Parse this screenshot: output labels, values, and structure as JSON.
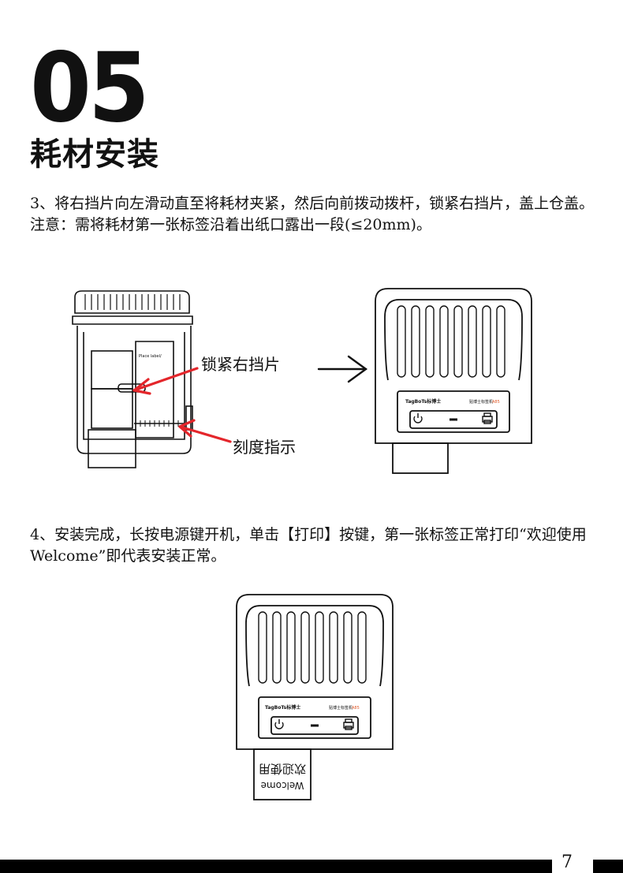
{
  "section": {
    "number": "05",
    "title": "耗材安装"
  },
  "step3": {
    "text": "3、将右挡片向左滑动直至将耗材夹紧，然后向前拨动拨杆，锁紧右挡片，盖上仓盖。",
    "note": "注意：需将耗材第一张标签沿着出纸口露出一段(≤20mm)。"
  },
  "figure1": {
    "callout_lock": "锁紧右挡片",
    "callout_scale": "刻度指示",
    "inner_label": "Place label/"
  },
  "printer": {
    "brand": "TagBoTs标博士",
    "model_text": "贴博士标签机",
    "model_code": "A85",
    "accent_color": "#e05a2a"
  },
  "step4": {
    "text": "4、安装完成，长按电源键开机，单击【打印】按键，第一张标签正常打印“欢迎使用 Welcome”即代表安装正常。"
  },
  "label_output": {
    "line1": "Welcome",
    "line2": "欢迎使用"
  },
  "footer": {
    "page_number": "7"
  }
}
